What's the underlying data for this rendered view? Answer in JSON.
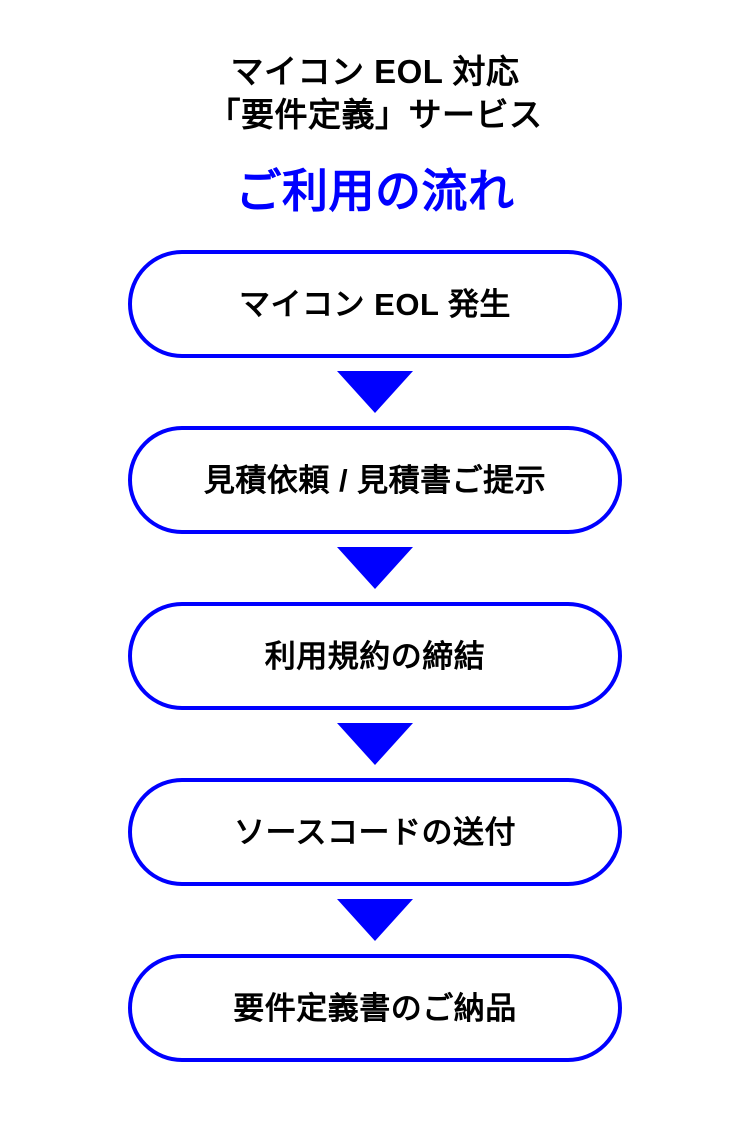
{
  "header": {
    "title_lines": [
      "マイコン EOL 対応",
      "「要件定義」サービス"
    ],
    "subtitle": "ご利用の流れ",
    "subtitle_color": "#0000FF",
    "title_color": "#000000"
  },
  "flow": {
    "accent_color": "#0000FF",
    "box_border_color": "#0000FF",
    "box_fill_color": "#FFFFFF",
    "label_color": "#000000",
    "arrow_icon": "triangle-down-icon",
    "steps": [
      {
        "index": 1,
        "label": "マイコン EOL 発生"
      },
      {
        "index": 2,
        "label": "見積依頼 / 見積書ご提示"
      },
      {
        "index": 3,
        "label": "利用規約の締結"
      },
      {
        "index": 4,
        "label": "ソースコードの送付"
      },
      {
        "index": 5,
        "label": "要件定義書のご納品"
      }
    ]
  },
  "background_color": "#FFFFFF"
}
